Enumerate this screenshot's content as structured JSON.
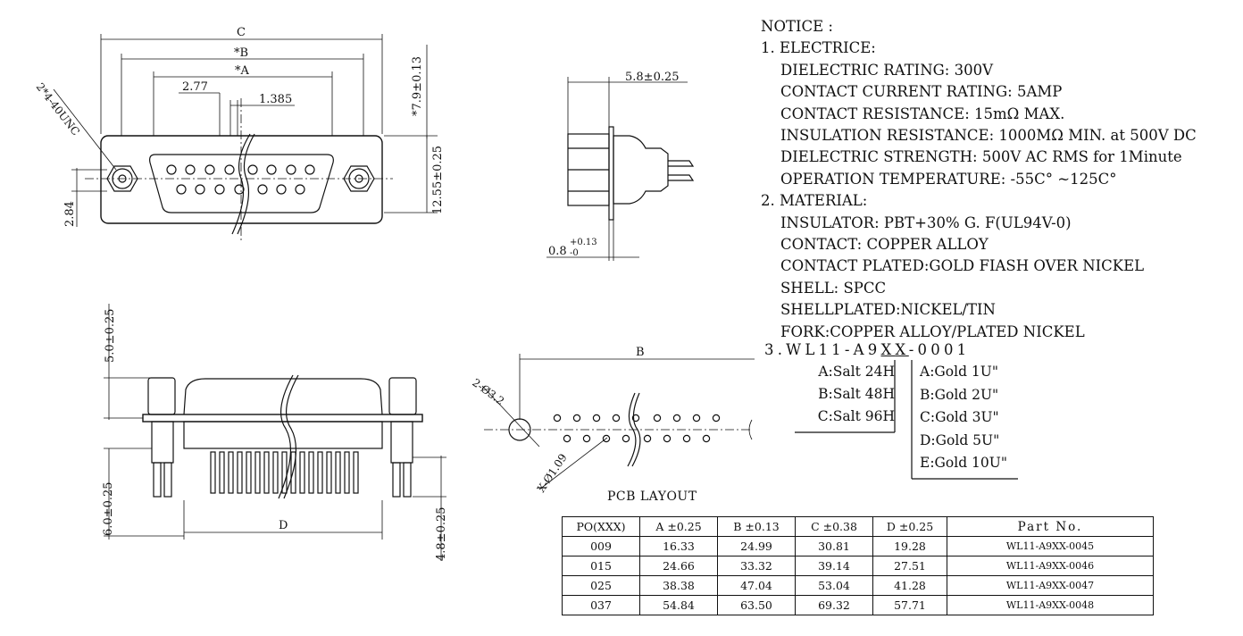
{
  "front_view": {
    "dim_c": "C",
    "dim_b": "*B",
    "dim_a": "*A",
    "pitch": "2.77",
    "half_pitch": "1.385",
    "screw": "2*4-40UNC",
    "height_1": "*7.9±0.13",
    "height_2": "12.55±0.25",
    "offset": "2.84"
  },
  "side_view": {
    "depth": "5.8±0.25",
    "flange_main": "0.8",
    "flange_tol": "+0.13",
    "flange_tol_low": "-0"
  },
  "bottom_view": {
    "top_dim": "5.0±0.25",
    "left_bottom_dim": "6.0±0.25",
    "right_bottom_dim": "4.8±0.25",
    "width_label": "D"
  },
  "pcb": {
    "width_label": "B",
    "mount_hole": "2-Ø3.2",
    "pin_hole": "X-Ø1.09",
    "title": "PCB LAYOUT"
  },
  "notice": {
    "title": "NOTICE :",
    "electric_heading": "1. ELECTRICE:",
    "electric": [
      "DIELECTRIC RATING: 300V",
      "CONTACT CURRENT RATING: 5AMP",
      "CONTACT RESISTANCE: 15mΩ MAX.",
      "INSULATION RESISTANCE: 1000MΩ MIN. at 500V DC",
      "DIELECTRIC STRENGTH: 500V AC RMS for 1Minute",
      "OPERATION TEMPERATURE: -55C° ~125C°"
    ],
    "material_heading": "2. MATERIAL:",
    "material": [
      "INSULATOR: PBT+30% G. F(UL94V-0)",
      "CONTACT: COPPER ALLOY",
      "CONTACT PLATED:GOLD FIASH OVER NICKEL",
      "SHELL: SPCC",
      "SHELLPLATED:NICKEL/TIN",
      "FORK:COPPER ALLOY/PLATED NICKEL"
    ]
  },
  "part_code": {
    "number": "3.",
    "prefix": "WL11-A9",
    "x1": "X",
    "x2": "X",
    "suffix": "-0001",
    "salt_options": [
      "A:Salt 24H",
      "B:Salt 48H",
      "C:Salt 96H"
    ],
    "gold_options": [
      "A:Gold 1U\"",
      "B:Gold 2U\"",
      "C:Gold 3U\"",
      "D:Gold 5U\"",
      "E:Gold 10U\""
    ]
  },
  "table": {
    "headers": [
      "PO(XXX)",
      "A ±0.25",
      "B ±0.13",
      "C ±0.38",
      "D ±0.25",
      "Part No."
    ],
    "rows": [
      [
        "009",
        "16.33",
        "24.99",
        "30.81",
        "19.28",
        "WL11-A9XX-0045"
      ],
      [
        "015",
        "24.66",
        "33.32",
        "39.14",
        "27.51",
        "WL11-A9XX-0046"
      ],
      [
        "025",
        "38.38",
        "47.04",
        "53.04",
        "41.28",
        "WL11-A9XX-0047"
      ],
      [
        "037",
        "54.84",
        "63.50",
        "69.32",
        "57.71",
        "WL11-A9XX-0048"
      ]
    ]
  }
}
